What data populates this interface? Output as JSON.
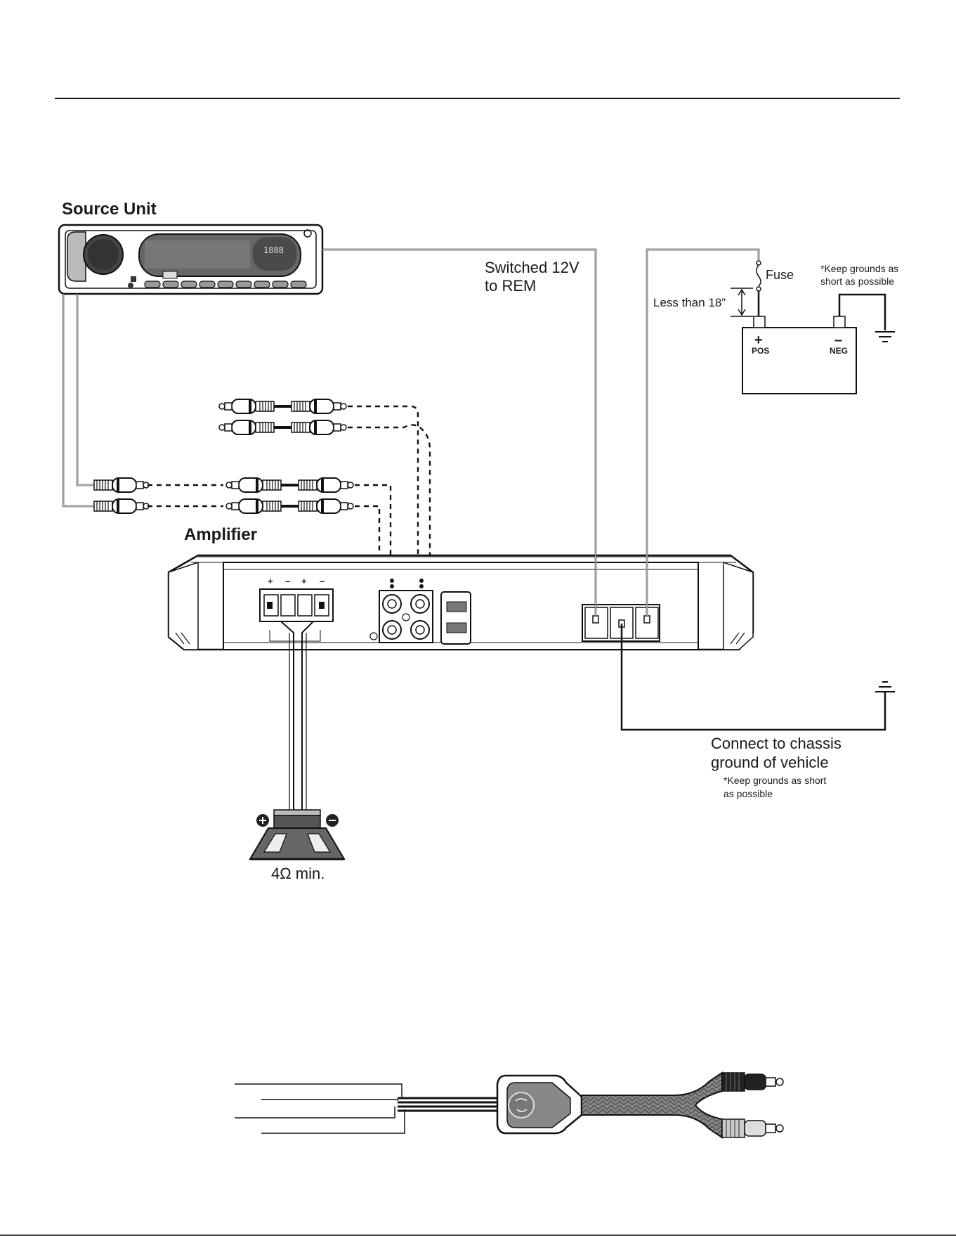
{
  "labels": {
    "source_unit": "Source Unit",
    "amplifier": "Amplifier",
    "switched_line1": "Switched 12V",
    "switched_line2": "to REM",
    "fuse": "Fuse",
    "less_than": "Less than 18”",
    "keep_top_line1": "*Keep grounds as",
    "keep_top_line2": "short as possible",
    "pos_sign": "+",
    "pos": "POS",
    "neg_sign": "–",
    "neg": "NEG",
    "chassis_line1": "Connect to chassis",
    "chassis_line2": "ground of vehicle",
    "keep_bottom_line1": "*Keep grounds as short",
    "keep_bottom_line2": "as possible",
    "impedance": "4Ω min.",
    "head_display": "1888",
    "terminal_signs": [
      "+",
      "–",
      "+",
      "–"
    ]
  },
  "colors": {
    "line": "#111111",
    "fill_gray": "#cfcfcf",
    "fill_dark": "#555555",
    "background": "#ffffff"
  }
}
